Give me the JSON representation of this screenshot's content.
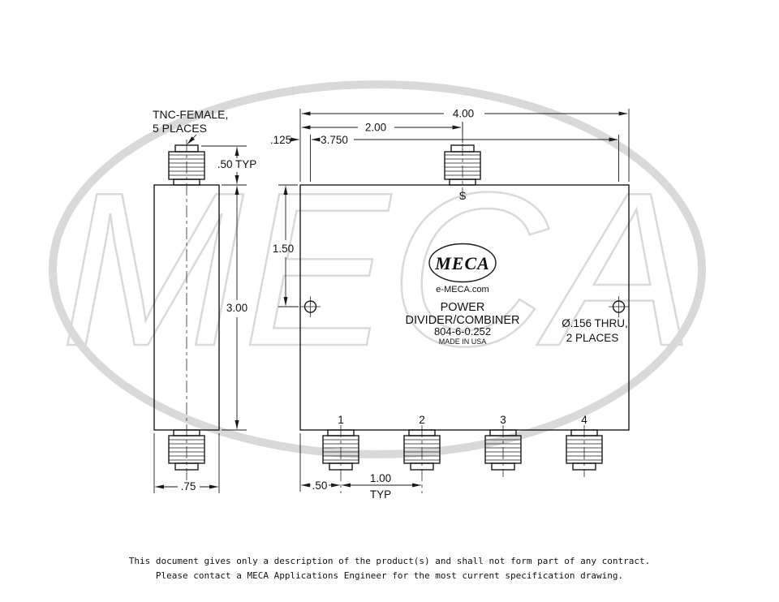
{
  "watermark": {
    "text": "MECA"
  },
  "left_view": {
    "label_line1": "TNC-FEMALE,",
    "label_line2": "5 PLACES",
    "dim_connector": ".50 TYP",
    "dim_height": "3.00",
    "dim_width": ".75"
  },
  "front_view": {
    "port_top": "S",
    "ports": [
      "1",
      "2",
      "3",
      "4"
    ],
    "dims": {
      "overall_width": "4.00",
      "center_port": "2.00",
      "hole_spacing": "3.750",
      "hole_edge": ".125",
      "hole_from_top": "1.50",
      "port_edge": ".50",
      "port_spacing": "1.00",
      "port_spacing_typ": "TYP"
    },
    "hole_note_line1": "Ø.156 THRU,",
    "hole_note_line2": "2 PLACES",
    "label": {
      "logo": "MECA",
      "website": "e-MECA.com",
      "line1": "POWER",
      "line2": "DIVIDER/COMBINER",
      "model": "804-6-0.252",
      "origin": "MADE IN USA"
    }
  },
  "footer": {
    "line1": "This document gives only a description of the product(s) and shall not form part of any contract.",
    "line2": "Please contact a MECA Applications Engineer for the most current specification drawing."
  }
}
